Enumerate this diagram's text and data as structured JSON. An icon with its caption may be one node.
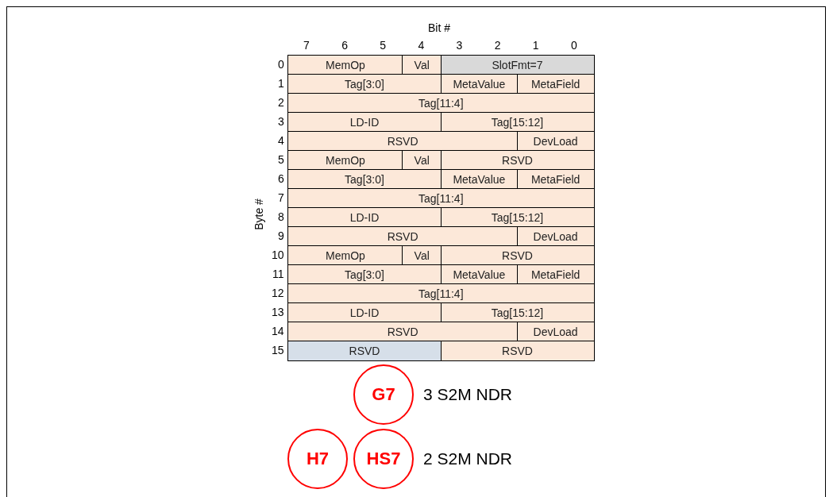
{
  "diagram": {
    "nodes": [
      {
        "text": [
          "MemOp"
        ]
      },
      {
        "text": [
          "Val"
        ]
      },
      {
        "text": [
          "SlotFmt=7"
        ]
      },
      {
        "text": [
          "Tag[3:0]"
        ]
      },
      {
        "text": [
          "MetaValue"
        ]
      },
      {
        "text": [
          "MetaField"
        ]
      },
      {
        "text": [
          "Tag[11:4]"
        ]
      },
      {
        "text": [
          "LD-ID"
        ]
      },
      {
        "text": [
          "Tag[15:12]"
        ]
      },
      {
        "text": [
          "RSVD"
        ]
      },
      {
        "text": [
          "DevLoad"
        ]
      },
      {
        "text": [
          "MemOp"
        ]
      },
      {
        "text": [
          "Val"
        ]
      },
      {
        "text": [
          "RSVD"
        ]
      },
      {
        "text": [
          "Tag[3:0]"
        ]
      },
      {
        "text": [
          "MetaValue"
        ]
      },
      {
        "text": [
          "MetaField"
        ]
      },
      {
        "text": [
          "Tag[11:4]"
        ]
      },
      {
        "text": [
          "LD-ID"
        ]
      },
      {
        "text": [
          "Tag[15:12]"
        ]
      },
      {
        "text": [
          "RSVD"
        ]
      },
      {
        "text": [
          "DevLoad"
        ]
      },
      {
        "text": [
          "MemOp"
        ]
      },
      {
        "text": [
          "Val"
        ]
      },
      {
        "text": [
          "RSVD"
        ]
      },
      {
        "text": [
          "Tag[3:0]"
        ]
      },
      {
        "text": [
          "MetaValue"
        ]
      },
      {
        "text": [
          "MetaField"
        ]
      },
      {
        "text": [
          "Tag[11:4]"
        ]
      },
      {
        "text": [
          "LD-ID"
        ]
      },
      {
        "text": [
          "Tag[15:12]"
        ]
      },
      {
        "text": [
          "RSVD"
        ]
      },
      {
        "text": [
          "DevLoad"
        ]
      },
      {
        "text": [
          "RSVD"
        ]
      },
      {
        "text": [
          "RSVD"
        ]
      },
      {
        "text": [
          "G7"
        ]
      },
      {
        "text": [
          "H7"
        ]
      },
      {
        "text": [
          "HS7"
        ]
      }
    ],
    "labels": [
      "Bit #",
      "7",
      "6",
      "5",
      "4",
      "3",
      "2",
      "1",
      "0",
      "Byte #",
      "0",
      "1",
      "2",
      "3",
      "4",
      "5",
      "6",
      "7",
      "8",
      "9",
      "10",
      "11",
      "12",
      "13",
      "14",
      "15",
      "3 S2M NDR",
      "2 S2M NDR"
    ]
  }
}
